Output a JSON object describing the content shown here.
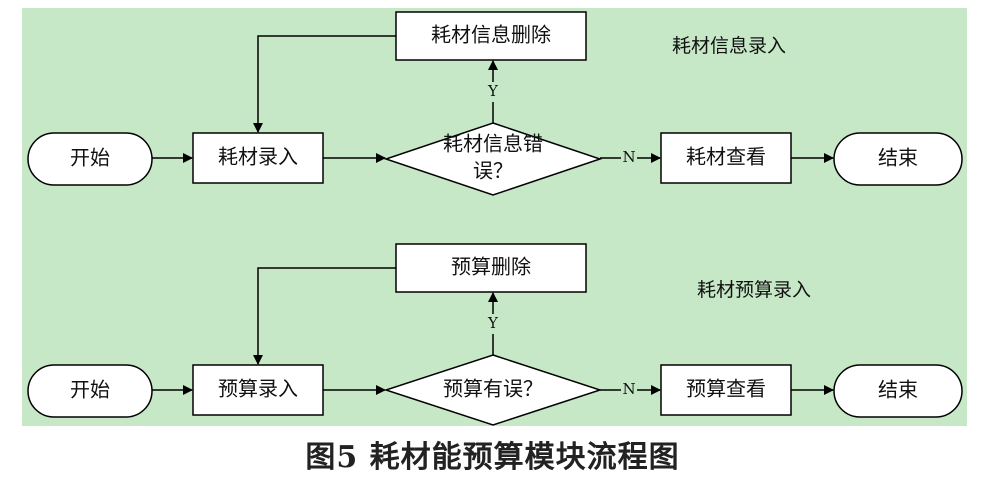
{
  "figure": {
    "caption": "图5   耗材能预算模块流程图",
    "background_color": "#c7e8c7"
  },
  "flows": [
    {
      "label": "耗材信息录入",
      "start": "开始",
      "input": "耗材录入",
      "decision": [
        "耗材信息错",
        "误？"
      ],
      "delete": "耗材信息删除",
      "view": "耗材查看",
      "end": "结束",
      "yes": "Y",
      "no": "N"
    },
    {
      "label": "耗材预算录入",
      "start": "开始",
      "input": "预算录入",
      "decision": [
        "预算有误？"
      ],
      "delete": "预算删除",
      "view": "预算查看",
      "end": "结束",
      "yes": "Y",
      "no": "N"
    }
  ]
}
